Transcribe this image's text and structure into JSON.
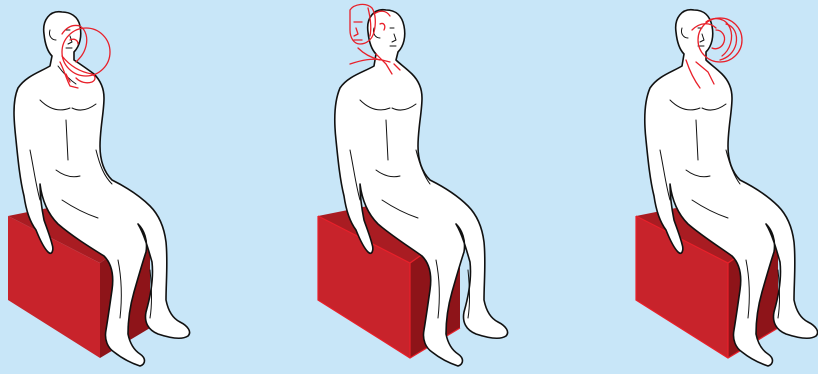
{
  "colors": {
    "background": "#c8e6f8",
    "box_front": "#c8232b",
    "box_top": "#a91c22",
    "box_side": "#8e1419",
    "range_of_motion_lines": "#e8202a",
    "figure_outline": "#111111"
  },
  "panels": [
    {
      "head_motion": "lateral-flexion"
    },
    {
      "head_motion": "rotation"
    },
    {
      "head_motion": "flexion-extension"
    }
  ]
}
